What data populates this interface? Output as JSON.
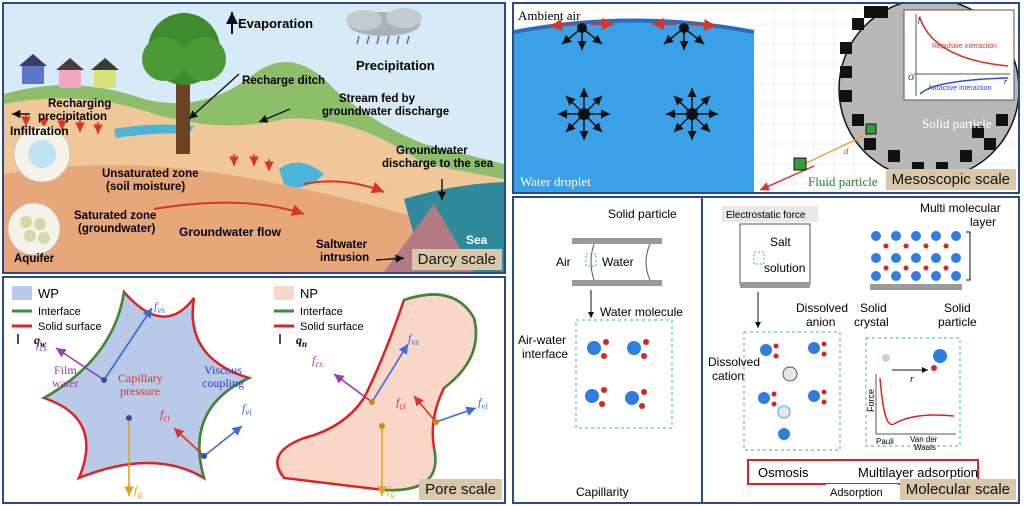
{
  "darcy": {
    "evaporation": "Evaporation",
    "precipitation": "Precipitation",
    "recharge_ditch": "Recharge ditch",
    "stream_1": "Stream fed by",
    "stream_2": "groundwater discharge",
    "recharging_1": "Recharging",
    "recharging_2": "precipitation",
    "infiltration": "Infiltration",
    "unsat_1": "Unsaturated zone",
    "unsat_2": "(soil moisture)",
    "gw_discharge_1": "Groundwater",
    "gw_discharge_2": "discharge to the sea",
    "sat_1": "Saturated zone",
    "sat_2": "(groundwater)",
    "gw_flow": "Groundwater flow",
    "saltwater_1": "Saltwater",
    "saltwater_2": "intrusion",
    "sea": "Sea",
    "aquifer": "Aquifer",
    "scale": "Darcy scale"
  },
  "pore": {
    "wp": {
      "legend_title": "WP",
      "legend_interface": "Interface",
      "legend_solid": "Solid surface",
      "legend_flux": "q",
      "legend_flux_sub": "w",
      "f_vs": "f",
      "f_vs_sub": "vs",
      "f_cs": "f",
      "f_cs_sub": "cs",
      "film_1": "Film",
      "film_2": "water",
      "capillary_1": "Capillary",
      "capillary_2": "pressure",
      "viscous_1": "Viscous",
      "viscous_2": "coupling",
      "f_ci": "f",
      "f_ci_sub": "ci",
      "f_vi": "f",
      "f_vi_sub": "vi",
      "f_g": "f",
      "f_g_sub": "g"
    },
    "np": {
      "legend_title": "NP",
      "legend_interface": "Interface",
      "legend_solid": "Solid surface",
      "legend_flux": "q",
      "legend_flux_sub": "n",
      "f_cs": "f",
      "f_cs_sub": "cs",
      "f_vs": "f",
      "f_vs_sub": "vs",
      "f_ci": "f",
      "f_ci_sub": "ci",
      "f_vi": "f",
      "f_vi_sub": "vi",
      "f_g": "f",
      "f_g_sub": "g"
    },
    "scale": "Pore scale"
  },
  "meso": {
    "ambient_air": "Ambient air",
    "water_droplet": "Water droplet",
    "fluid_particle": "Fluid particle",
    "solid_particle": "Solid particle",
    "repulsive": "Repulsive interaction",
    "attractive": "Attractive interaction",
    "axis_y": "f",
    "axis_origin": "O",
    "axis_x": "r",
    "dist_label": "d",
    "scale": "Mesoscopic scale"
  },
  "micro": {
    "solid_particle": "Solid particle",
    "air": "Air",
    "water": "Water",
    "water_molecule": "Water molecule",
    "air_water_1": "Air-water",
    "air_water_2": "interface",
    "capillarity": "Capillarity",
    "electrostatic": "Electrostatic force",
    "salt_1": "Salt",
    "salt_2": "solution",
    "anion_1": "Dissolved",
    "anion_2": "anion",
    "cation_1": "Dissolved",
    "cation_2": "cation",
    "multi_1": "Multi molecular",
    "multi_2": "layer",
    "solid_crystal_1": "Solid",
    "solid_crystal_2": "crystal",
    "solid_part_1": "Solid",
    "solid_part_2": "particle",
    "force": "Force",
    "r_label": "r",
    "pauli": "Pauli",
    "vdw_1": "Van der",
    "vdw_2": "Waals",
    "osmosis": "Osmosis",
    "multilayer": "Multilayer adsorption",
    "adsorption": "Adsorption",
    "scale": "Molecular scale"
  },
  "colors": {
    "frame": "#2a4a88",
    "interface": "#3a8a3a",
    "solid": "#dd2222",
    "wp_fill": "#b9c9e8",
    "np_fill": "#f9d7c8",
    "tag_bg": "#d9c7a8",
    "arrow_blue": "#3a6ad8",
    "arrow_purple": "#9a3ab0",
    "arrow_gold": "#e3a21a",
    "water_blue": "#2f7de0",
    "dashed_box": "#3aa7dd"
  }
}
